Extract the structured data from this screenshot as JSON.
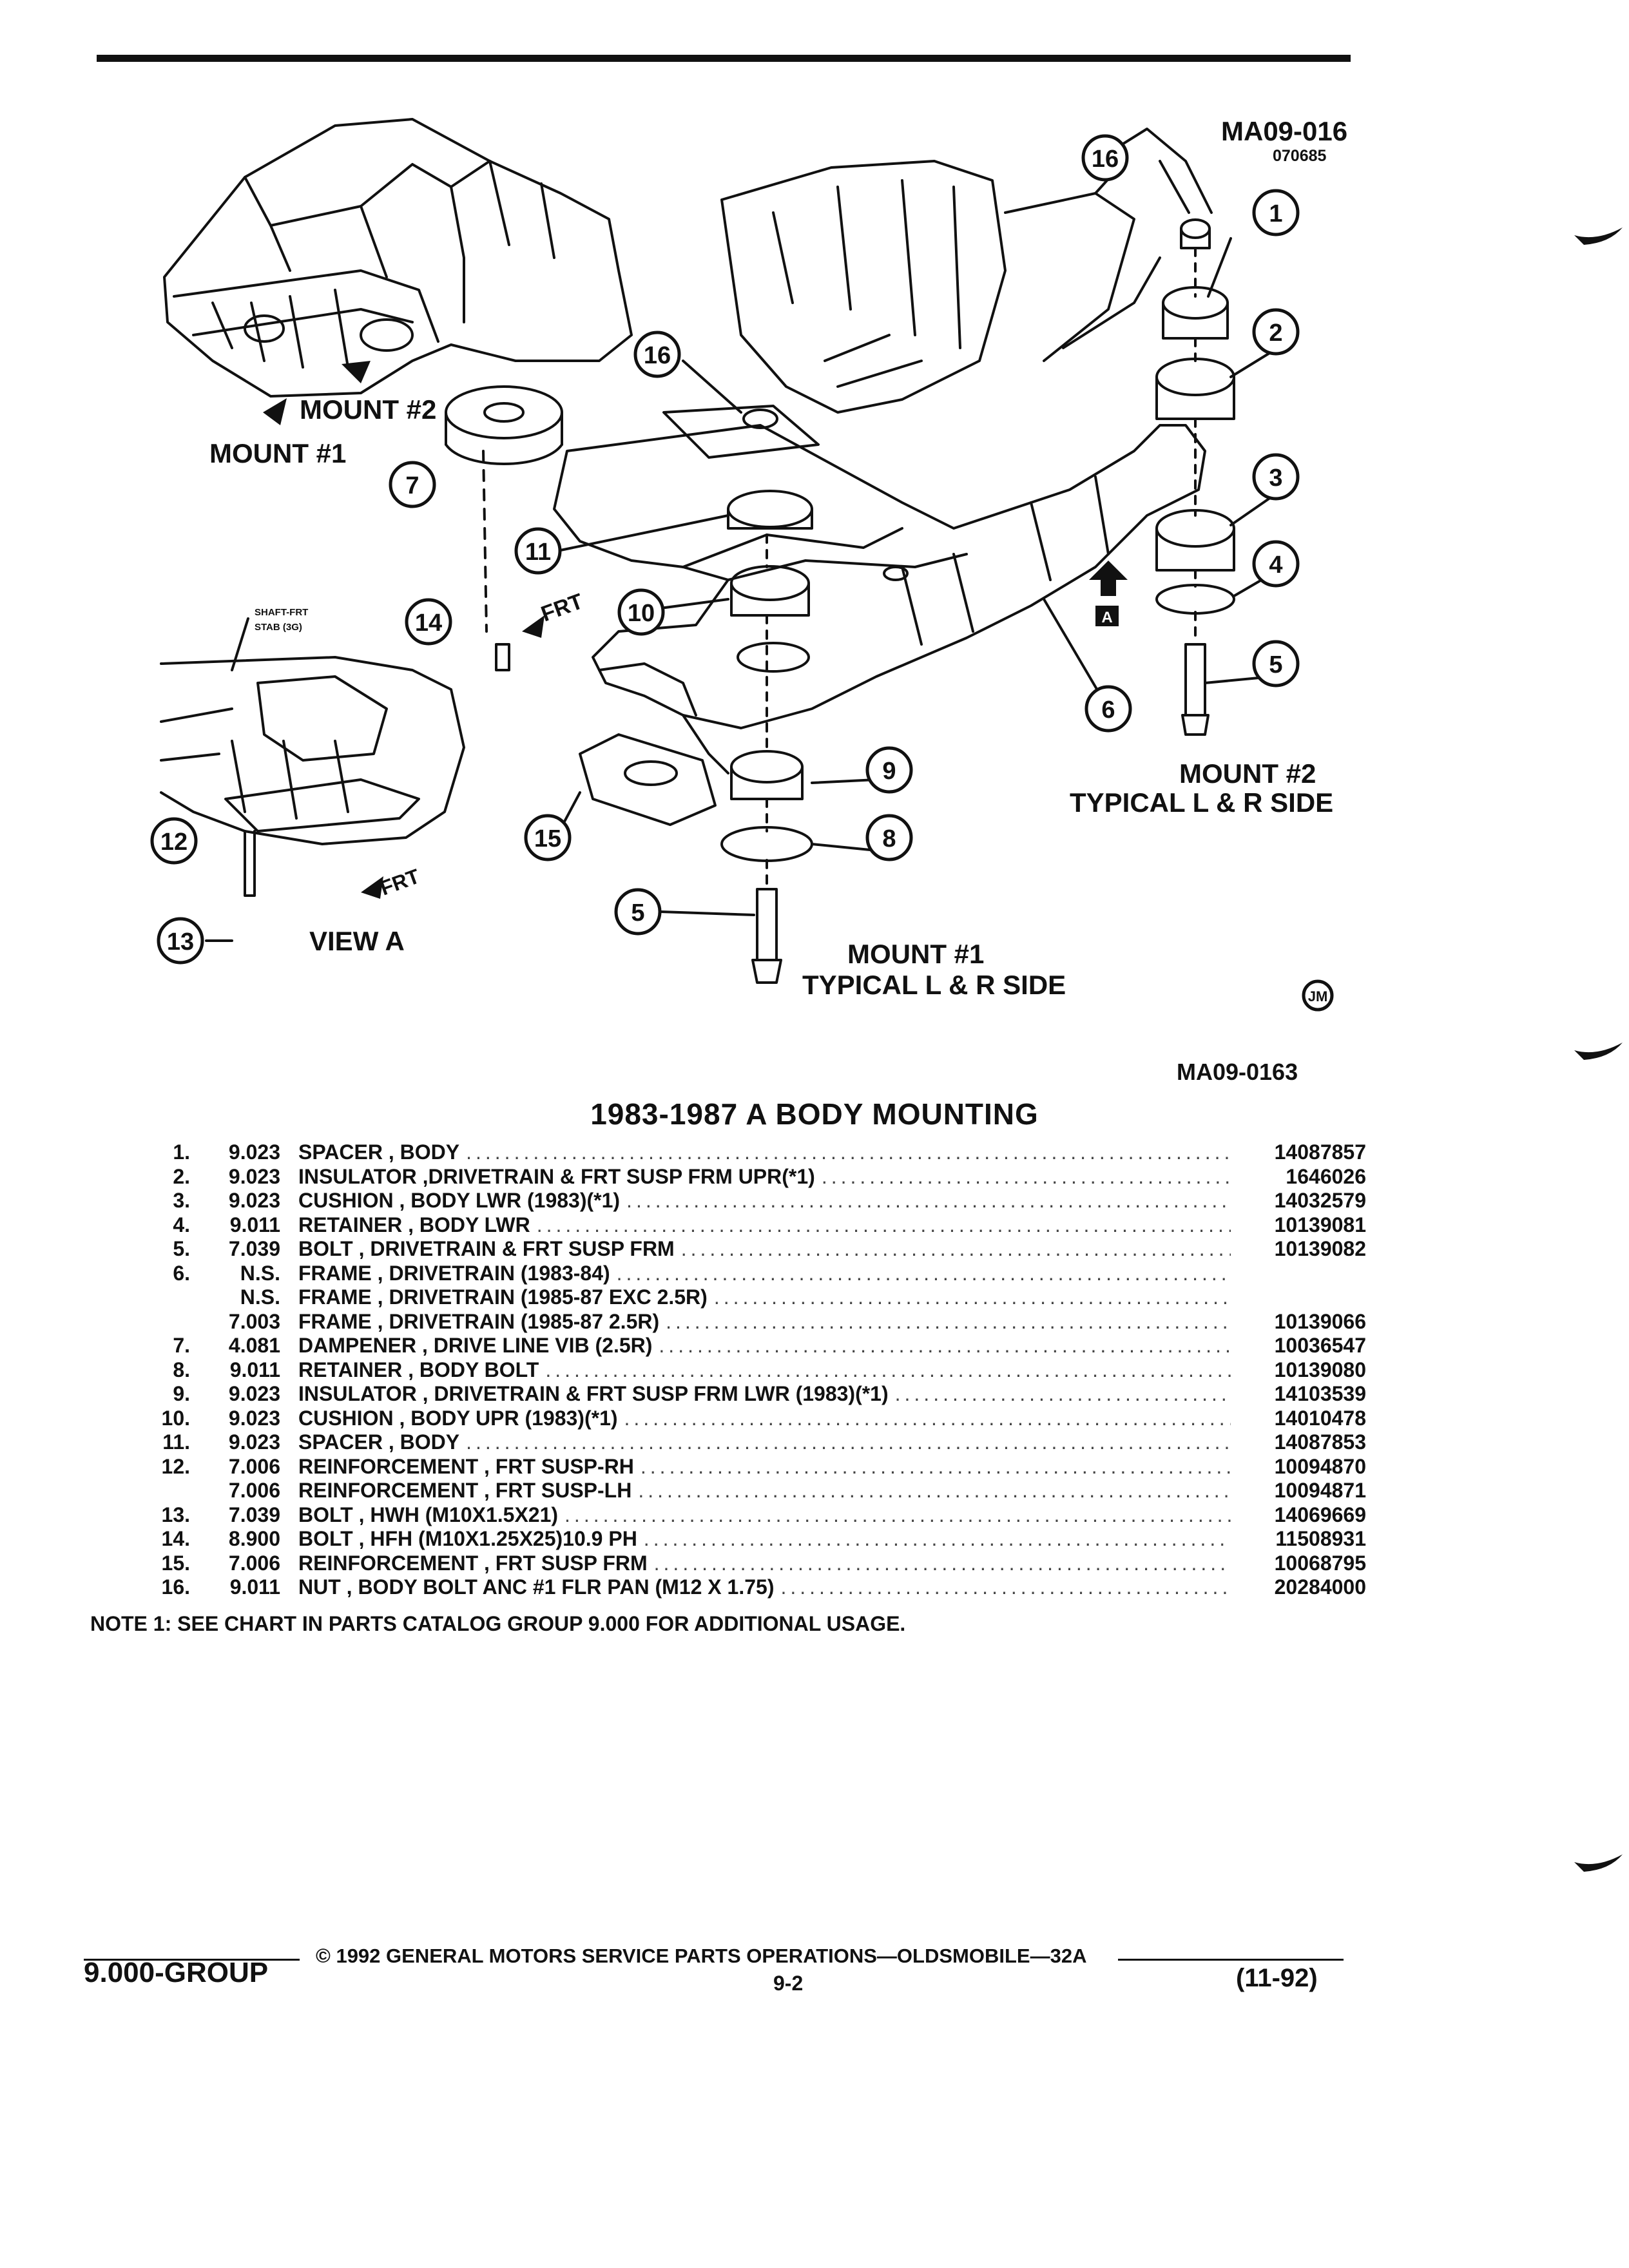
{
  "figure": {
    "code": "MA09-016",
    "code_sub": "070685",
    "figure_ref": "MA09-0163",
    "label_mount2_top": "MOUNT #2",
    "label_mount1_top": "MOUNT #1",
    "label_mount2_detail": "MOUNT #2",
    "label_typical_a": "TYPICAL  L & R SIDE",
    "label_mount1_detail": "MOUNT #1",
    "label_typical_b": "TYPICAL  L & R SIDE",
    "label_view_a": "VIEW A",
    "label_frt_1": "FRT",
    "label_frt_2": "FRT",
    "label_shaft_1": "SHAFT-FRT",
    "label_shaft_2": "STAB (3G)",
    "label_a_box": "A",
    "initials": "JM",
    "callouts": {
      "c1": "1",
      "c2": "2",
      "c3": "3",
      "c4": "4",
      "c5a": "5",
      "c5b": "5",
      "c6": "6",
      "c7": "7",
      "c8": "8",
      "c9": "9",
      "c10": "10",
      "c11": "11",
      "c12": "12",
      "c13": "13",
      "c14": "14",
      "c15": "15",
      "c16a": "16",
      "c16b": "16"
    }
  },
  "title": "1983-1987 A BODY MOUNTING",
  "parts": [
    {
      "num": "1.",
      "group": "9.023",
      "desc": "SPACER , BODY",
      "pn": "14087857"
    },
    {
      "num": "2.",
      "group": "9.023",
      "desc": "INSULATOR ,DRIVETRAIN & FRT SUSP FRM UPR(*1)",
      "pn": "1646026"
    },
    {
      "num": "3.",
      "group": "9.023",
      "desc": "CUSHION , BODY LWR (1983)(*1)",
      "pn": "14032579"
    },
    {
      "num": "4.",
      "group": "9.011",
      "desc": "RETAINER , BODY LWR",
      "pn": "10139081"
    },
    {
      "num": "5.",
      "group": "7.039",
      "desc": "BOLT , DRIVETRAIN & FRT SUSP FRM",
      "pn": "10139082"
    },
    {
      "num": "6.",
      "group": "N.S.",
      "desc": "FRAME , DRIVETRAIN (1983-84)",
      "pn": ""
    },
    {
      "num": "",
      "group": "N.S.",
      "desc": "FRAME , DRIVETRAIN (1985-87 EXC 2.5R)",
      "pn": ""
    },
    {
      "num": "",
      "group": "7.003",
      "desc": "FRAME , DRIVETRAIN (1985-87 2.5R)",
      "pn": "10139066"
    },
    {
      "num": "7.",
      "group": "4.081",
      "desc": "DAMPENER , DRIVE LINE VIB (2.5R)",
      "pn": "10036547"
    },
    {
      "num": "8.",
      "group": "9.011",
      "desc": "RETAINER , BODY BOLT",
      "pn": "10139080"
    },
    {
      "num": "9.",
      "group": "9.023",
      "desc": "INSULATOR , DRIVETRAIN & FRT SUSP FRM LWR (1983)(*1)",
      "pn": "14103539"
    },
    {
      "num": "10.",
      "group": "9.023",
      "desc": "CUSHION , BODY UPR (1983)(*1)",
      "pn": "14010478"
    },
    {
      "num": "11.",
      "group": "9.023",
      "desc": "SPACER , BODY",
      "pn": "14087853"
    },
    {
      "num": "12.",
      "group": "7.006",
      "desc": "REINFORCEMENT , FRT SUSP-RH",
      "pn": "10094870"
    },
    {
      "num": "",
      "group": "7.006",
      "desc": "REINFORCEMENT , FRT SUSP-LH",
      "pn": "10094871"
    },
    {
      "num": "13.",
      "group": "7.039",
      "desc": "BOLT , HWH (M10X1.5X21)",
      "pn": "14069669"
    },
    {
      "num": "14.",
      "group": "8.900",
      "desc": "BOLT , HFH (M10X1.25X25)10.9 PH",
      "pn": "11508931"
    },
    {
      "num": "15.",
      "group": "7.006",
      "desc": "REINFORCEMENT , FRT SUSP FRM",
      "pn": "10068795"
    },
    {
      "num": "16.",
      "group": "9.011",
      "desc": "NUT , BODY BOLT ANC #1 FLR PAN (M12 X 1.75)",
      "pn": "20284000"
    }
  ],
  "note": "NOTE  1:  SEE CHART IN PARTS CATALOG GROUP 9.000 FOR ADDITIONAL USAGE.",
  "footer": {
    "group": "9.000-GROUP",
    "copyright": "© 1992  GENERAL MOTORS SERVICE PARTS OPERATIONS—OLDSMOBILE—32A",
    "page": "9-2",
    "date": "(11-92)"
  }
}
